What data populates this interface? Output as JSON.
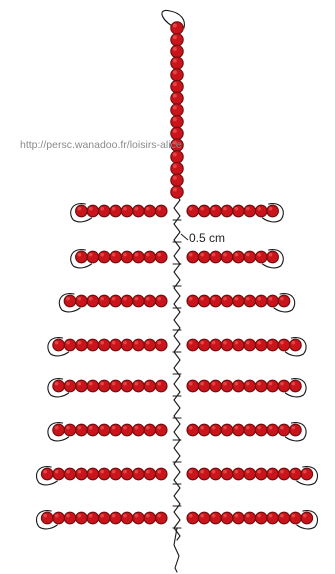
{
  "source_url": "http://persc.wanadoo.fr/loisirs-alice",
  "measure_label": "0.5 cm",
  "colors": {
    "bead_fill": "#c8141a",
    "bead_stroke": "#6e0d0d",
    "thread": "#1a1a1a"
  },
  "tree": {
    "trunk_bead_count": 15,
    "branches": [
      {
        "left_beads": 8,
        "right_beads": 8
      },
      {
        "left_beads": 8,
        "right_beads": 8
      },
      {
        "left_beads": 9,
        "right_beads": 9
      },
      {
        "left_beads": 10,
        "right_beads": 10
      },
      {
        "left_beads": 10,
        "right_beads": 10
      },
      {
        "left_beads": 10,
        "right_beads": 10
      },
      {
        "left_beads": 11,
        "right_beads": 11
      },
      {
        "left_beads": 11,
        "right_beads": 11
      }
    ]
  }
}
